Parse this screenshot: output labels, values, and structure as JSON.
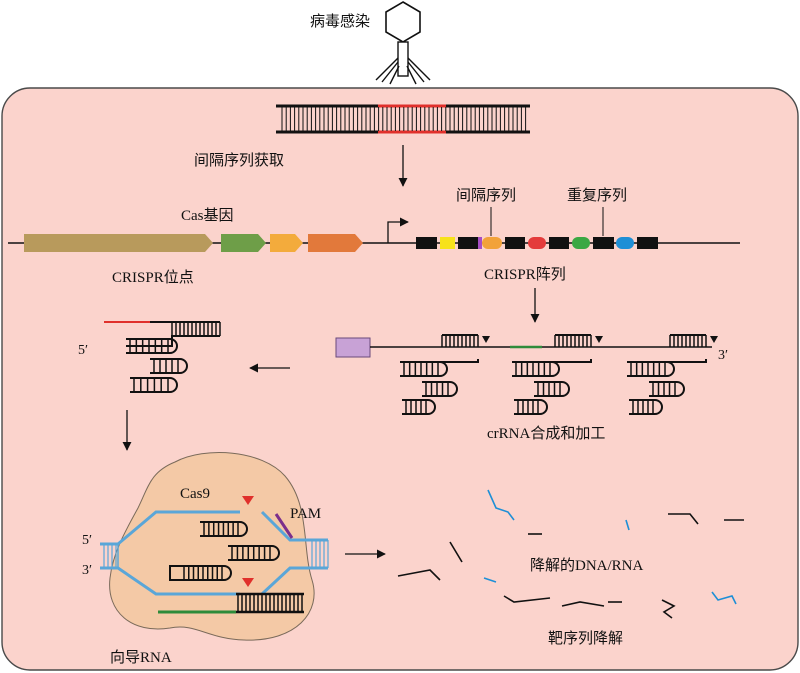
{
  "labels": {
    "virus_infection": "病毒感染",
    "spacer_acquisition": "间隔序列获取",
    "cas_genes": "Cas基因",
    "crispr_locus": "CRISPR位点",
    "spacer": "间隔序列",
    "repeat": "重复序列",
    "crispr_array": "CRISPR阵列",
    "crrna_synthesis": "crRNA合成和加工",
    "five_prime_top": "5′",
    "three_prime_precrrna": "3′",
    "cas9": "Cas9",
    "pam": "PAM",
    "five_prime_left": "5′",
    "three_prime_left": "3′",
    "guide_rna": "向导RNA",
    "degraded": "降解的DNA/RNA",
    "target_degradation": "靶序列降解"
  },
  "colors": {
    "cell_fill": "#fbd3cc",
    "cell_stroke": "#4a4a4a",
    "cas9_fill": "#f4c9a6",
    "dna_red": "#e0302b",
    "rna_blue": "#5aa6d8",
    "green": "#2e8b3a",
    "pam_purple": "#7b2f8c",
    "cas_gene1": "#b89a5c",
    "cas_gene2": "#6e9e48",
    "cas_gene3": "#f3ab3c",
    "cas_gene4": "#e2793b",
    "spacer_yellow": "#f7e21a",
    "spacer_purple": "#a64ec4",
    "spacer_orange": "#f2a23a",
    "spacer_red": "#e43b3b",
    "spacer_green": "#3aa843",
    "spacer_blue": "#1e8fd6",
    "leader_box": "#c8a2d6"
  }
}
